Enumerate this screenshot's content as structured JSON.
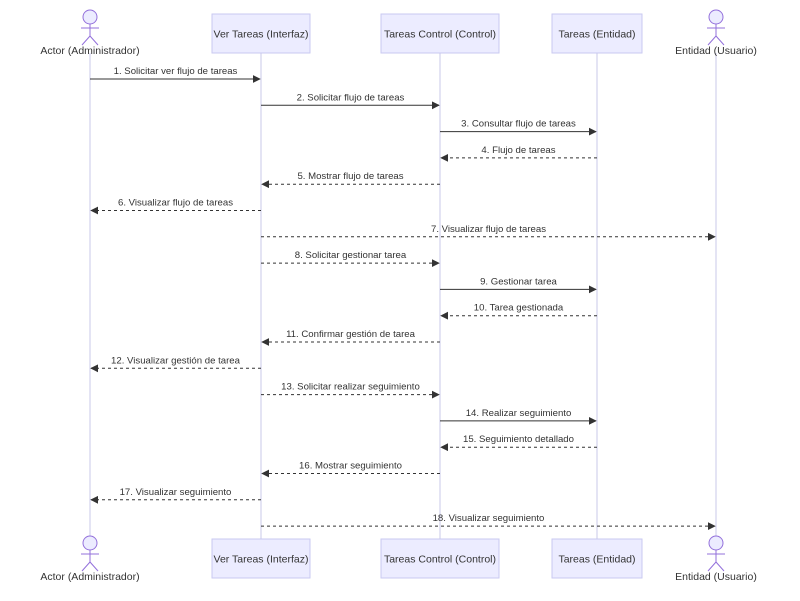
{
  "diagram": {
    "type": "sequence",
    "colors": {
      "box_fill": "#ececff",
      "box_stroke": "#c9c9f0",
      "lifeline": "#c8c8e8",
      "actor_fill": "#ececff",
      "actor_stroke": "#9370db",
      "arrow": "#333333",
      "text": "#333333"
    },
    "participants": [
      {
        "id": "admin",
        "label": "Actor (Administrador)",
        "kind": "actor"
      },
      {
        "id": "ui",
        "label": "Ver Tareas (Interfaz)",
        "kind": "box"
      },
      {
        "id": "ctrl",
        "label": "Tareas Control (Control)",
        "kind": "box"
      },
      {
        "id": "ent",
        "label": "Tareas (Entidad)",
        "kind": "box"
      },
      {
        "id": "user",
        "label": "Entidad (Usuario)",
        "kind": "actor"
      }
    ],
    "messages": [
      {
        "from": "admin",
        "to": "ui",
        "label": "1. Solicitar ver flujo de tareas",
        "style": "solid"
      },
      {
        "from": "ui",
        "to": "ctrl",
        "label": "2. Solicitar flujo de tareas",
        "style": "solid"
      },
      {
        "from": "ctrl",
        "to": "ent",
        "label": "3. Consultar flujo de tareas",
        "style": "solid"
      },
      {
        "from": "ent",
        "to": "ctrl",
        "label": "4. Flujo de tareas",
        "style": "dashed"
      },
      {
        "from": "ctrl",
        "to": "ui",
        "label": "5. Mostrar flujo de tareas",
        "style": "dashed"
      },
      {
        "from": "ui",
        "to": "admin",
        "label": "6. Visualizar flujo de tareas",
        "style": "dashed"
      },
      {
        "from": "ui",
        "to": "user",
        "label": "7. Visualizar flujo de tareas",
        "style": "dashed"
      },
      {
        "from": "ui",
        "to": "ctrl",
        "label": "8. Solicitar gestionar tarea",
        "style": "dashed"
      },
      {
        "from": "ctrl",
        "to": "ent",
        "label": "9. Gestionar tarea",
        "style": "solid"
      },
      {
        "from": "ent",
        "to": "ctrl",
        "label": "10. Tarea gestionada",
        "style": "dashed"
      },
      {
        "from": "ctrl",
        "to": "ui",
        "label": "11. Confirmar gestión de tarea",
        "style": "dashed"
      },
      {
        "from": "ui",
        "to": "admin",
        "label": "12. Visualizar gestión de tarea",
        "style": "dashed"
      },
      {
        "from": "ui",
        "to": "ctrl",
        "label": "13. Solicitar realizar seguimiento",
        "style": "dashed"
      },
      {
        "from": "ctrl",
        "to": "ent",
        "label": "14. Realizar seguimiento",
        "style": "solid"
      },
      {
        "from": "ent",
        "to": "ctrl",
        "label": "15. Seguimiento detallado",
        "style": "dashed"
      },
      {
        "from": "ctrl",
        "to": "ui",
        "label": "16. Mostrar seguimiento",
        "style": "dashed"
      },
      {
        "from": "ui",
        "to": "admin",
        "label": "17. Visualizar seguimiento",
        "style": "dashed"
      },
      {
        "from": "ui",
        "to": "user",
        "label": "18. Visualizar seguimiento",
        "style": "dashed"
      }
    ]
  }
}
